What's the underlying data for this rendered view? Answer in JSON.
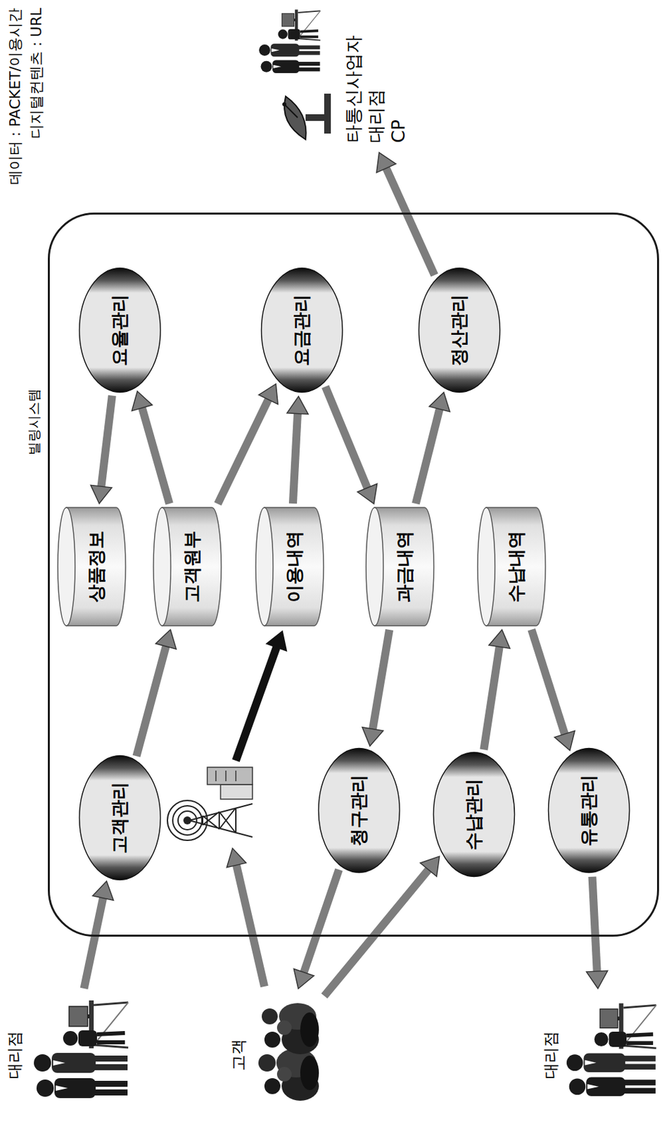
{
  "diagram": {
    "nodes": [
      {
        "text": [
          "대리점"
        ]
      },
      {
        "text": [
          "고객"
        ]
      },
      {
        "text": [
          "대리점"
        ]
      },
      {
        "text": [
          "빌링시스템"
        ]
      },
      {
        "text": [
          "고객관리"
        ],
        "in": 3
      },
      {
        "text": [
          "청구관리"
        ],
        "in": 3
      },
      {
        "text": [
          "수납관리"
        ],
        "in": 3
      },
      {
        "text": [
          "유통관리"
        ],
        "in": 3
      },
      {
        "text": [
          "상품정보"
        ],
        "in": 3
      },
      {
        "text": [
          "고객원부"
        ],
        "in": 3
      },
      {
        "text": [
          "이용내역"
        ],
        "in": 3
      },
      {
        "text": [
          "과금내역"
        ],
        "in": 3
      },
      {
        "text": [
          "수납내역"
        ],
        "in": 3
      },
      {
        "text": [
          "요율관리"
        ],
        "in": 3
      },
      {
        "text": [
          "요금관리"
        ],
        "in": 3
      },
      {
        "text": [
          "정산관리"
        ],
        "in": 3
      },
      {
        "text": [
          "타통신사업자 대리점 CP"
        ]
      }
    ],
    "edges": [
      {
        "from": 0,
        "to": 4,
        "arrow": "to"
      },
      {
        "from": 4,
        "to": 9,
        "arrow": "to"
      },
      {
        "from": 13,
        "to": 8,
        "arrow": "to"
      },
      {
        "from": 9,
        "to": 13,
        "arrow": "to"
      },
      {
        "from": 9,
        "to": 14,
        "arrow": "to"
      },
      {
        "from": 10,
        "to": 14,
        "arrow": "to"
      },
      {
        "from": 14,
        "to": 11,
        "arrow": "to"
      },
      {
        "from": 11,
        "to": 15,
        "arrow": "to"
      },
      {
        "from": 15,
        "to": 16,
        "arrow": "to"
      },
      {
        "from": 11,
        "to": 5,
        "arrow": "to"
      },
      {
        "from": 5,
        "to": 1,
        "arrow": "to"
      },
      {
        "from": 1,
        "to": 6,
        "arrow": "to"
      },
      {
        "from": 6,
        "to": 12,
        "arrow": "to"
      },
      {
        "from": 12,
        "to": 7,
        "arrow": "to"
      },
      {
        "from": 7,
        "to": 2,
        "arrow": "to"
      }
    ],
    "labels": [
      "데이터 : PACKET/이용시간",
      "디지털컨텐츠 : URL"
    ]
  }
}
